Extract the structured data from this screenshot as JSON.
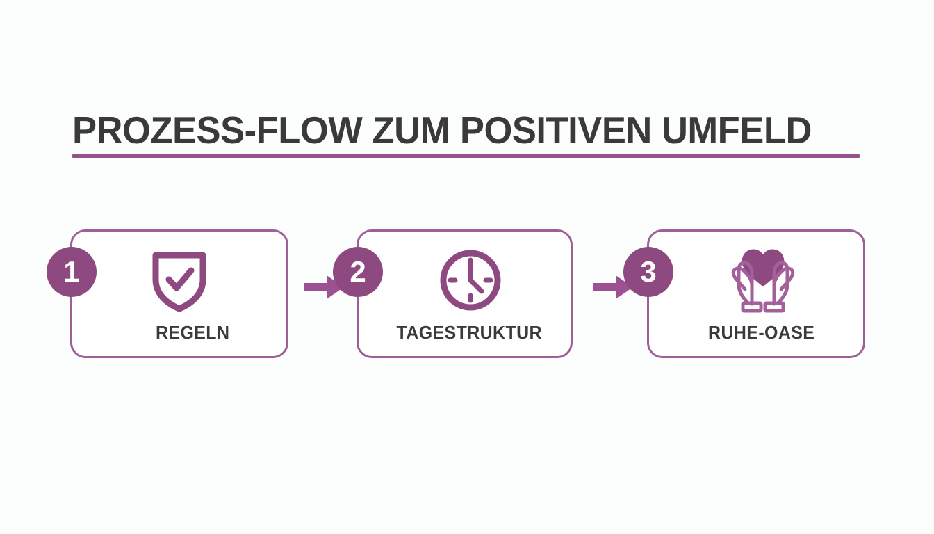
{
  "page": {
    "background_color": "#fcfdfd",
    "accent_color": "#97518c",
    "badge_color": "#8e4a80",
    "card_border_color": "#9e5f96",
    "text_color": "#3a3a3c"
  },
  "header": {
    "title": "PROZESS-FLOW ZUM POSITIVEN UMFELD"
  },
  "flow": {
    "steps": [
      {
        "number": "1",
        "label": "REGELN",
        "icon": "shield-check-icon"
      },
      {
        "number": "2",
        "label": "TAGESTRUKTUR",
        "icon": "clock-icon"
      },
      {
        "number": "3",
        "label": "RUHE-OASE",
        "icon": "heart-in-hands-icon"
      }
    ],
    "connectors": [
      {
        "icon": "arrow-right-icon"
      },
      {
        "icon": "arrow-right-icon"
      }
    ]
  }
}
